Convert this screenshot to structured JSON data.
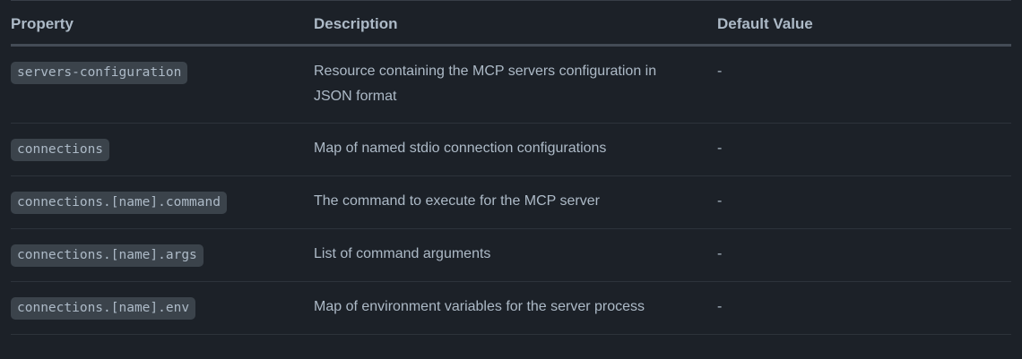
{
  "table": {
    "columns": [
      "Property",
      "Description",
      "Default Value"
    ],
    "rows": [
      {
        "property": "servers-configuration",
        "description": "Resource containing the MCP servers configuration in JSON format",
        "default": "-"
      },
      {
        "property": "connections",
        "description": "Map of named stdio connection configurations",
        "default": "-"
      },
      {
        "property": "connections.[name].command",
        "description": "The command to execute for the MCP server",
        "default": "-"
      },
      {
        "property": "connections.[name].args",
        "description": "List of command arguments",
        "default": "-"
      },
      {
        "property": "connections.[name].env",
        "description": "Map of environment variables for the server process",
        "default": "-"
      }
    ]
  },
  "colors": {
    "background": "#1c2128",
    "text": "#adbac7",
    "code_background": "#3b434b",
    "row_divider": "#2d333b",
    "header_divider": "#444c56"
  }
}
